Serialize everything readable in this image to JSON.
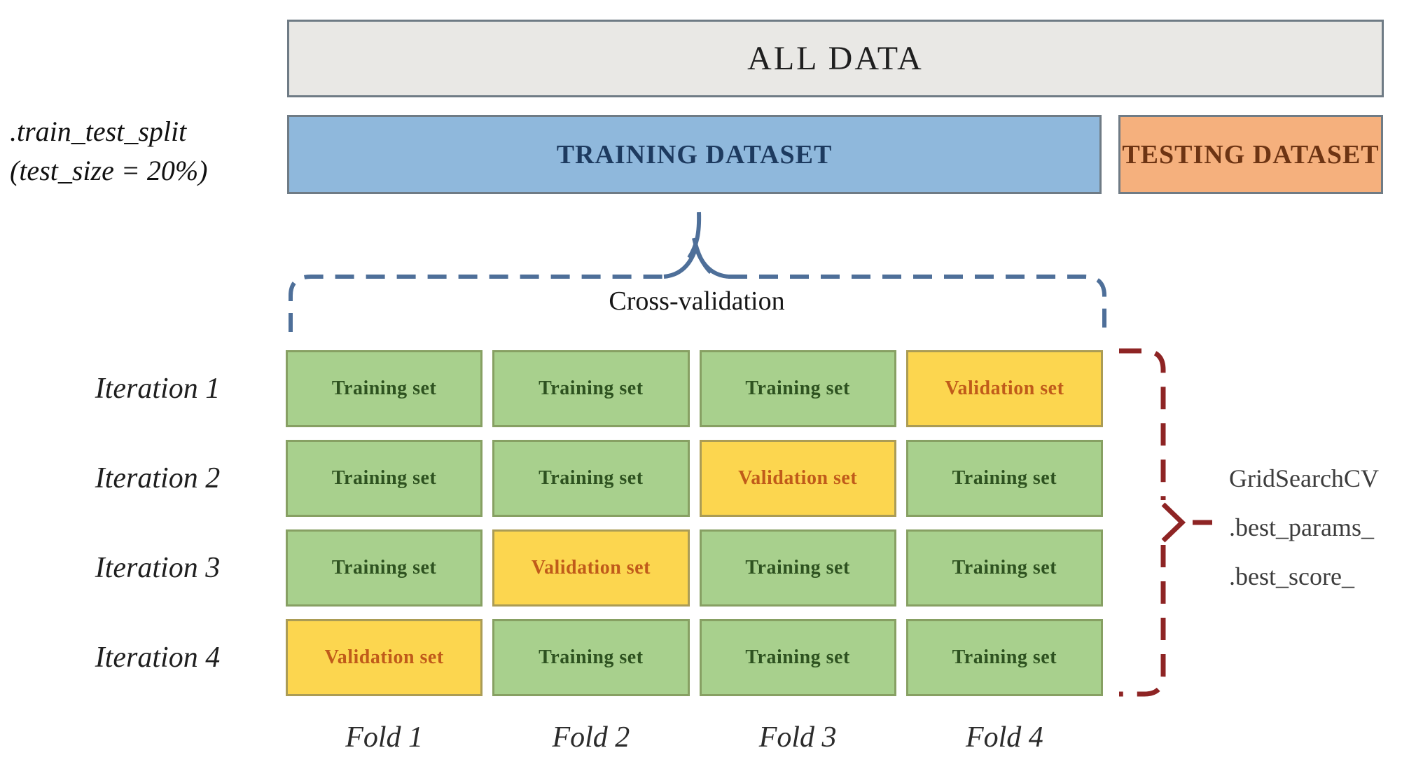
{
  "figure": {
    "all_data": "ALL DATA",
    "training_dataset": "TRAINING DATASET",
    "testing_dataset": "TESTING DATASET",
    "split_annotation": {
      "line1": ".train_test_split",
      "line2": "(test_size = 20%)"
    },
    "cross_validation_label": "Cross-validation",
    "gridsearch": {
      "title": "GridSearchCV",
      "best_params": ".best_params_",
      "best_score": ".best_score_"
    }
  },
  "grid": {
    "row_labels": [
      "Iteration 1",
      "Iteration 2",
      "Iteration 3",
      "Iteration 4"
    ],
    "col_labels": [
      "Fold 1",
      "Fold 2",
      "Fold 3",
      "Fold 4"
    ],
    "cell_labels": {
      "training": "Training set",
      "validation": "Validation set"
    },
    "rows": [
      [
        "training",
        "training",
        "training",
        "validation"
      ],
      [
        "training",
        "training",
        "validation",
        "training"
      ],
      [
        "training",
        "validation",
        "training",
        "training"
      ],
      [
        "validation",
        "training",
        "training",
        "training"
      ]
    ]
  },
  "colors": {
    "all_data_fill": "#e9e8e5",
    "training_fill": "#8fb8dc",
    "testing_fill": "#f5b07d",
    "training_cell_fill": "#a8d08d",
    "validation_cell_fill": "#fcd64f",
    "training_cell_text": "#2e5220",
    "validation_cell_text": "#c05b1a",
    "training_dataset_text": "#1d3a5f",
    "testing_dataset_text": "#6d3413",
    "bracket_blue": "#4e6f99",
    "bracket_red": "#8e2424",
    "box_border": "#6f7b85"
  }
}
